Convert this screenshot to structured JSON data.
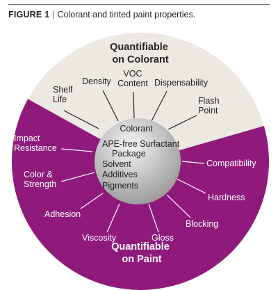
{
  "figure": {
    "label": "FIGURE 1",
    "separator": "|",
    "caption": "Colorant and tinted paint properties."
  },
  "colors": {
    "colorant_zone": "#ece9e2",
    "paint_zone": "#8f1a7c",
    "center_light": "#f4f4f4",
    "center_dark": "#9a9a9a",
    "spoke": "#231f20",
    "accent_red": "#e0452e"
  },
  "diagram": {
    "colorant_zone_title": [
      "Quantifiable",
      "on Colorant"
    ],
    "paint_zone_title": [
      "Quantifiable",
      "on Paint"
    ],
    "center": {
      "title": "Colorant",
      "items": [
        "APE-free Surfactant",
        "Package",
        "Solvent",
        "Additives",
        "Pigments"
      ]
    },
    "colorant_properties": [
      {
        "id": "shelf-life",
        "lines": [
          "Shelf",
          "Life"
        ]
      },
      {
        "id": "density",
        "lines": [
          "Density"
        ]
      },
      {
        "id": "voc-content",
        "lines": [
          "VOC",
          "Content"
        ]
      },
      {
        "id": "dispensability",
        "lines": [
          "Dispensability"
        ]
      },
      {
        "id": "flash-point",
        "lines": [
          "Flash",
          "Point"
        ]
      }
    ],
    "paint_properties": [
      {
        "id": "impact-resistance",
        "lines": [
          "Impact",
          "Resistance"
        ]
      },
      {
        "id": "color-strength",
        "lines": [
          "Color &",
          "Strength"
        ]
      },
      {
        "id": "adhesion",
        "lines": [
          "Adhesion"
        ]
      },
      {
        "id": "viscosity",
        "lines": [
          "Viscosity"
        ]
      },
      {
        "id": "gloss",
        "lines": [
          "Gloss"
        ]
      },
      {
        "id": "blocking",
        "lines": [
          "Blocking"
        ]
      },
      {
        "id": "hardness",
        "lines": [
          "Hardness"
        ]
      },
      {
        "id": "compatibility",
        "lines": [
          "Compatibility"
        ]
      }
    ]
  }
}
